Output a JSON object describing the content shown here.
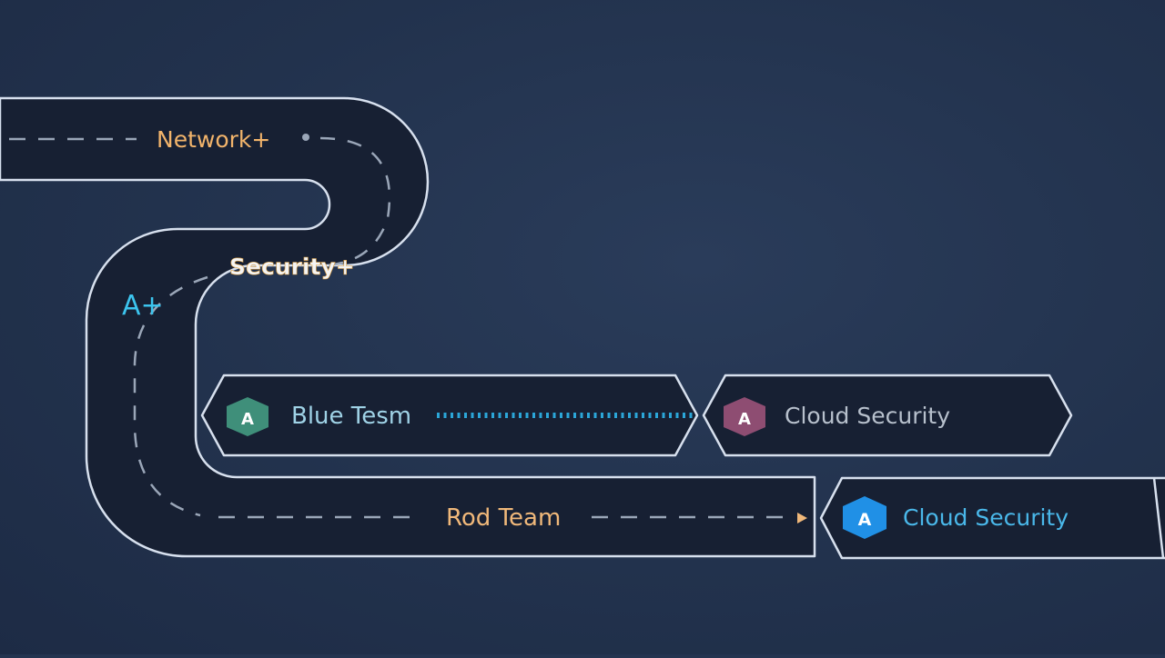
{
  "labels": {
    "network": "Network+",
    "security": "Security+",
    "a_plus": "A+",
    "blue_team": "Blue Tesm",
    "red_team": "Rod Team",
    "cloud_security_1": "Cloud Security",
    "cloud_security_2": "Cloud Security"
  },
  "badges": {
    "blue_team_glyph": "A",
    "cloud_security_1_glyph": "A",
    "cloud_security_2_glyph": "A"
  },
  "colors": {
    "background": "#23334e",
    "road_fill": "#172033",
    "road_edge": "#d7e0ee",
    "dash": "#9aa6b8",
    "network_text": "#f2b46b",
    "security_text": "#f4f4f4",
    "a_plus_text": "#3cc4ee",
    "blue_team_text": "#9fd2e6",
    "blue_team_badge": "#3f8f7a",
    "blue_team_dots": "#2ba6d8",
    "red_team_text": "#f0b87a",
    "cloud_security_1_text": "#b7c0cc",
    "cloud_security_1_badge": "#8e4d72",
    "cloud_security_2_text": "#4ab8ea",
    "cloud_security_2_badge": "#2090e6"
  }
}
